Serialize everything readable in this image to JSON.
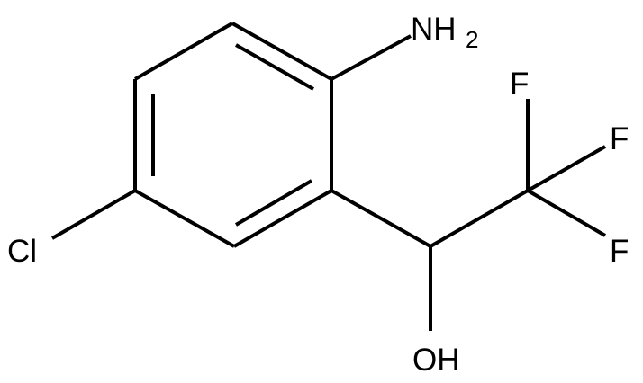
{
  "molecule": {
    "atoms": {
      "amine": {
        "main": "NH",
        "subscript": "2"
      },
      "chlorine": "Cl",
      "fluorine_top": "F",
      "fluorine_middle": "F",
      "fluorine_bottom": "F",
      "hydroxyl": "OH"
    },
    "colors": {
      "bonds": "#000000",
      "labels": "#000000",
      "background": "#ffffff"
    }
  }
}
